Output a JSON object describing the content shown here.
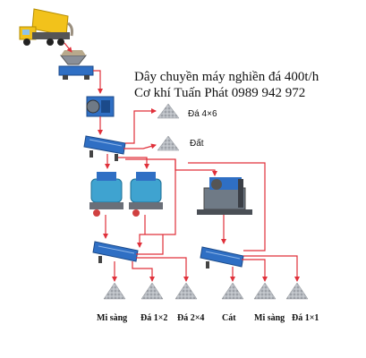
{
  "header": {
    "line1": "Dây chuyền máy nghiền đá 400t/h",
    "line2": "Cơ khí Tuấn Phát 0989 942 972"
  },
  "outputs": {
    "da_4x6": "Đá 4×6",
    "dat": "Đất",
    "mi_sang_1": "Mi sàng",
    "da_1x2": "Đá 1×2",
    "da_2x4": "Đá 2×4",
    "cat": "Cát",
    "mi_sang_2": "Mi sàng",
    "da_1x1": "Đá 1×1"
  },
  "colors": {
    "flow_line": "#e0303a",
    "machine_blue": "#2f6fc4",
    "truck_yellow": "#f2c21b",
    "stone_gray": "#a9adb3"
  }
}
